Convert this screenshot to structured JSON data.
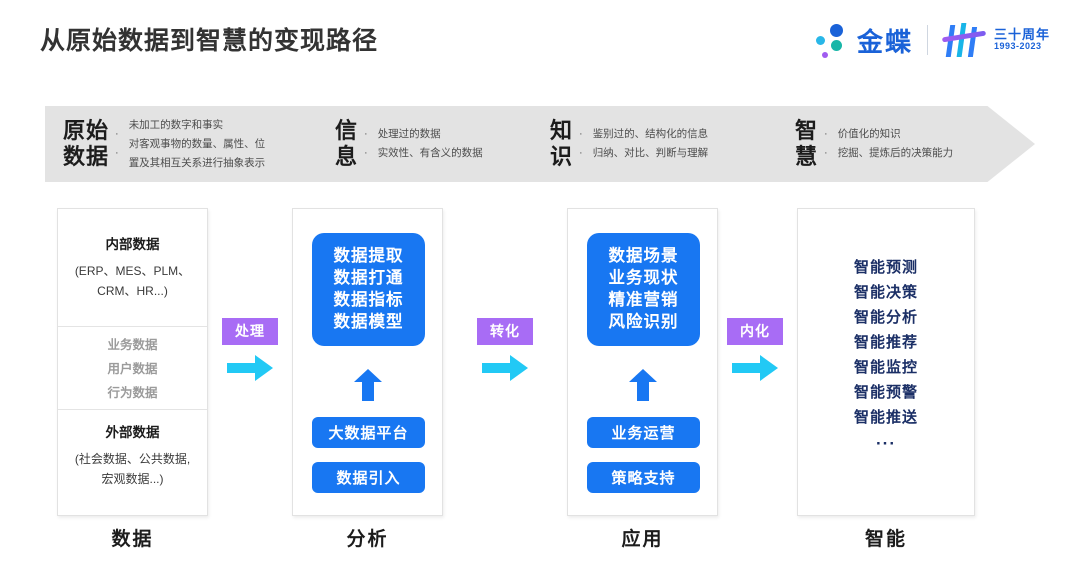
{
  "header": {
    "title": "从原始数据到智慧的变现路径",
    "brand_name": "金蝶",
    "anniversary_top": "三十周年",
    "anniversary_years": "1993-2023"
  },
  "banner": {
    "items": [
      {
        "head": "原始\n数据",
        "bullets": [
          "未加工的数字和事实",
          "对客观事物的数量、属性、位",
          "置及其相互关系进行抽象表示"
        ],
        "dot_count": 2
      },
      {
        "head": "信\n息",
        "bullets": [
          "处理过的数据",
          "实效性、有含义的数据"
        ],
        "dot_count": 2
      },
      {
        "head": "知\n识",
        "bullets": [
          "鉴别过的、结构化的信息",
          "归纳、对比、判断与理解"
        ],
        "dot_count": 2
      },
      {
        "head": "智\n慧",
        "bullets": [
          "价值化的知识",
          "挖掘、提炼后的决策能力"
        ],
        "dot_count": 2
      }
    ]
  },
  "columns": [
    {
      "footer": "数据",
      "top_title": "内部数据",
      "top_sub": [
        "(ERP、MES、PLM、",
        "CRM、HR...)"
      ],
      "mid_items": [
        "业务数据",
        "用户数据",
        "行为数据"
      ],
      "bottom_title": "外部数据",
      "bottom_sub": [
        "(社会数据、公共数据,",
        "宏观数据...)"
      ]
    },
    {
      "footer": "分析",
      "box_lines": [
        "数据提取",
        "数据打通",
        "数据指标",
        "数据模型"
      ],
      "pill_a": "大数据平台",
      "pill_b": "数据引入"
    },
    {
      "footer": "应用",
      "box_lines": [
        "数据场景",
        "业务现状",
        "精准营销",
        "风险识别"
      ],
      "pill_a": "业务运营",
      "pill_b": "策略支持"
    },
    {
      "footer": "智能",
      "smart_items": [
        "智能预测",
        "智能决策",
        "智能分析",
        "智能推荐",
        "智能监控",
        "智能预警",
        "智能推送"
      ],
      "ellipsis": "···"
    }
  ],
  "connectors": [
    {
      "label": "处理"
    },
    {
      "label": "转化"
    },
    {
      "label": "内化"
    }
  ],
  "colors": {
    "blue": "#1877f2",
    "purple": "#a86cf5",
    "cyan": "#22c9f5",
    "navy": "#1b2f66",
    "banner_gray": "#e3e3e3",
    "brand_blue": "#1a62d8"
  }
}
